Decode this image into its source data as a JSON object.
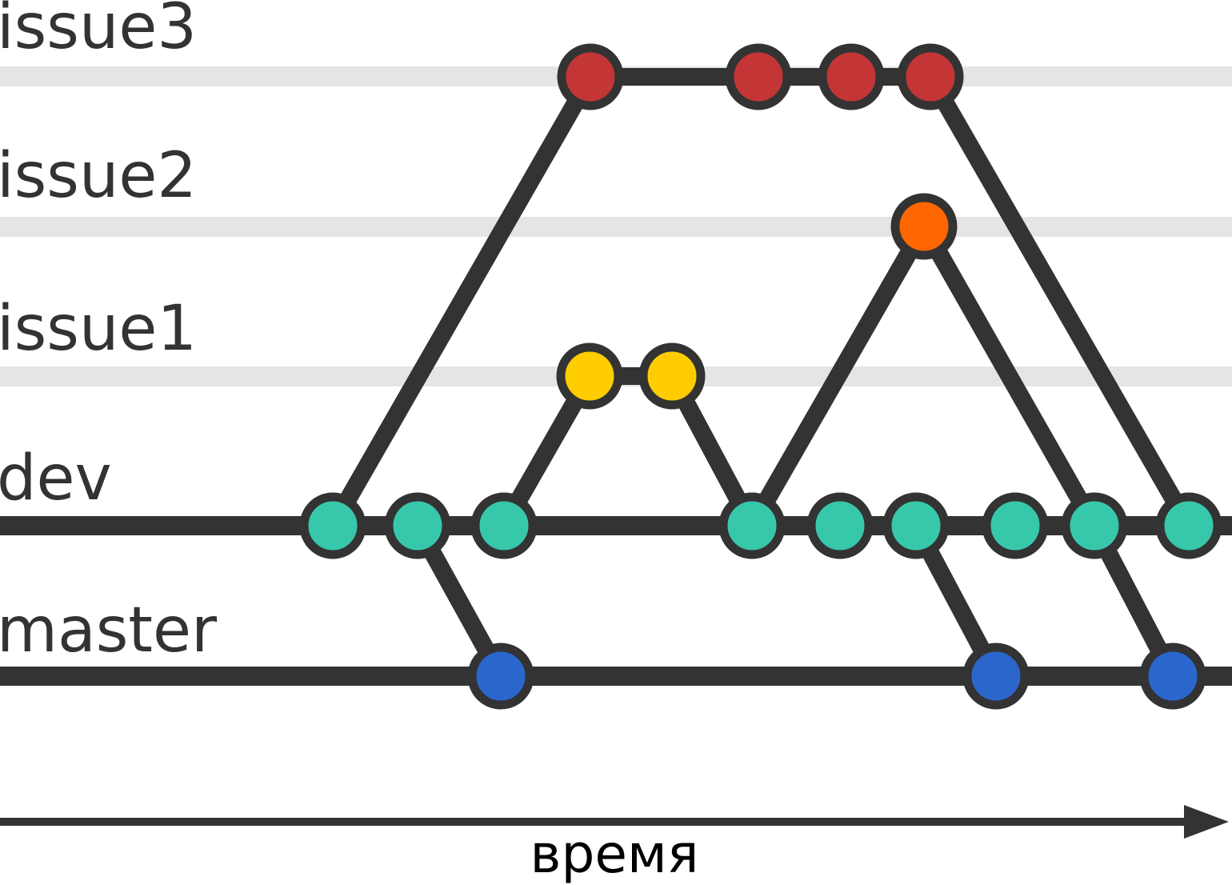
{
  "branches": [
    {
      "id": "issue3",
      "label": "issue3",
      "color": "#c43535"
    },
    {
      "id": "issue2",
      "label": "issue2",
      "color": "#ff6600"
    },
    {
      "id": "issue1",
      "label": "issue1",
      "color": "#ffcc00"
    },
    {
      "id": "dev",
      "label": "dev",
      "color": "#37c8ab"
    },
    {
      "id": "master",
      "label": "master",
      "color": "#2a66cc"
    }
  ],
  "time_axis": {
    "label": "время"
  },
  "colors": {
    "line": "#333333",
    "guide": "#e5e5e5",
    "background": "#ffffff"
  },
  "commits": {
    "issue3": [
      "i3-1",
      "i3-2",
      "i3-3",
      "i3-4"
    ],
    "issue2": [
      "i2-1"
    ],
    "issue1": [
      "i1-1",
      "i1-2"
    ],
    "dev": [
      "d1",
      "d2",
      "d3",
      "d4",
      "d5",
      "d6",
      "d7",
      "d8",
      "d9"
    ],
    "master": [
      "m1",
      "m2",
      "m3"
    ]
  },
  "edges": [
    [
      "d1",
      "i3-1"
    ],
    [
      "i3-1",
      "i3-2"
    ],
    [
      "i3-2",
      "i3-3"
    ],
    [
      "i3-3",
      "i3-4"
    ],
    [
      "i3-4",
      "d9"
    ],
    [
      "d3",
      "i1-1"
    ],
    [
      "i1-1",
      "i1-2"
    ],
    [
      "i1-2",
      "d4"
    ],
    [
      "d4",
      "i2-1"
    ],
    [
      "i2-1",
      "d8"
    ],
    [
      "d2",
      "m1"
    ],
    [
      "d6",
      "m2"
    ],
    [
      "d8",
      "m3"
    ]
  ]
}
